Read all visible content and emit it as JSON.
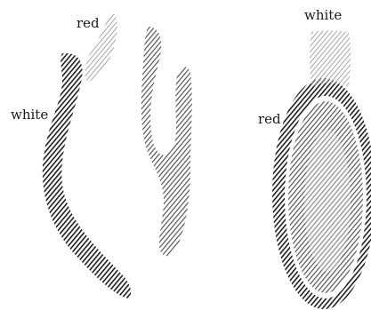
{
  "labels": {
    "left_red": "red",
    "left_white": "white",
    "right_white": "white",
    "right_red": "red"
  },
  "colors": {
    "dark_hatch": "#1e1e1e",
    "light_hatch": "#a6a6a6"
  }
}
